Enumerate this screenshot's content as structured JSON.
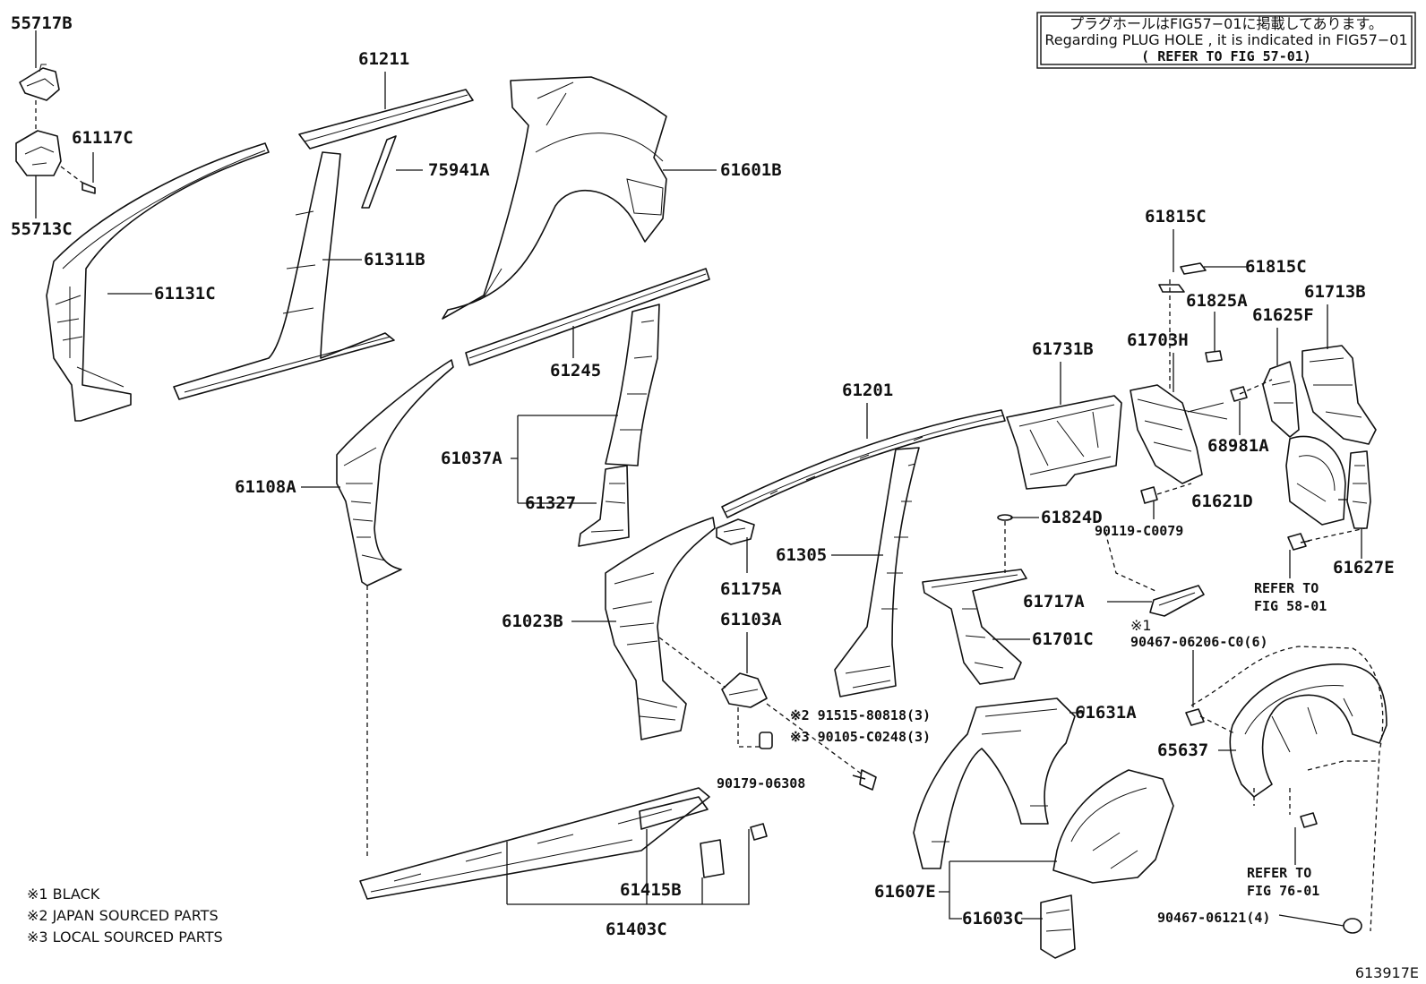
{
  "diagram": {
    "drawing_number": "613917E",
    "notice": {
      "line_jp": "プラグホールはFIG57−01に掲載してあります。",
      "line_en": "Regarding PLUG HOLE , it is indicated in FIG57−01",
      "line_ref": "( REFER TO FIG 57-01)"
    },
    "legend": [
      "※1 BLACK",
      "※2 JAPAN SOURCED PARTS",
      "※3 LOCAL SOURCED PARTS"
    ],
    "labels": {
      "p55717B": "55717B",
      "p61117C": "61117C",
      "p55713C": "55713C",
      "p61211": "61211",
      "p75941A": "75941A",
      "p61601B": "61601B",
      "p61311B": "61311B",
      "p61131C": "61131C",
      "p61245": "61245",
      "p61037A": "61037A",
      "p61327": "61327",
      "p61108A": "61108A",
      "p61201": "61201",
      "p61731B": "61731B",
      "p61703H": "61703H",
      "p61815C_a": "61815C",
      "p61815C_b": "61815C",
      "p61825A": "61825A",
      "p61625F": "61625F",
      "p61713B": "61713B",
      "p68981A": "68981A",
      "p61621D": "61621D",
      "p90119": "90119-C0079",
      "p61824D": "61824D",
      "p61305": "61305",
      "p61175A": "61175A",
      "p61103A": "61103A",
      "p61023B": "61023B",
      "p61717A": "61717A",
      "p61701C": "61701C",
      "p61627E": "61627E",
      "refer58a": "REFER TO",
      "refer58b": "FIG 58-01",
      "mark1": "※1",
      "p90467a": "90467-06206-C0(6)",
      "p91515": "※2 91515-80818(3)",
      "p90105": "※3 90105-C0248(3)",
      "p61631A": "61631A",
      "p65637": "65637",
      "p90179": "90179-06308",
      "p61415B": "61415B",
      "p61403C": "61403C",
      "p61607E": "61607E",
      "p61603C": "61603C",
      "refer76a": "REFER TO",
      "refer76b": "FIG 76-01",
      "p90467b": "90467-06121(4)"
    }
  }
}
